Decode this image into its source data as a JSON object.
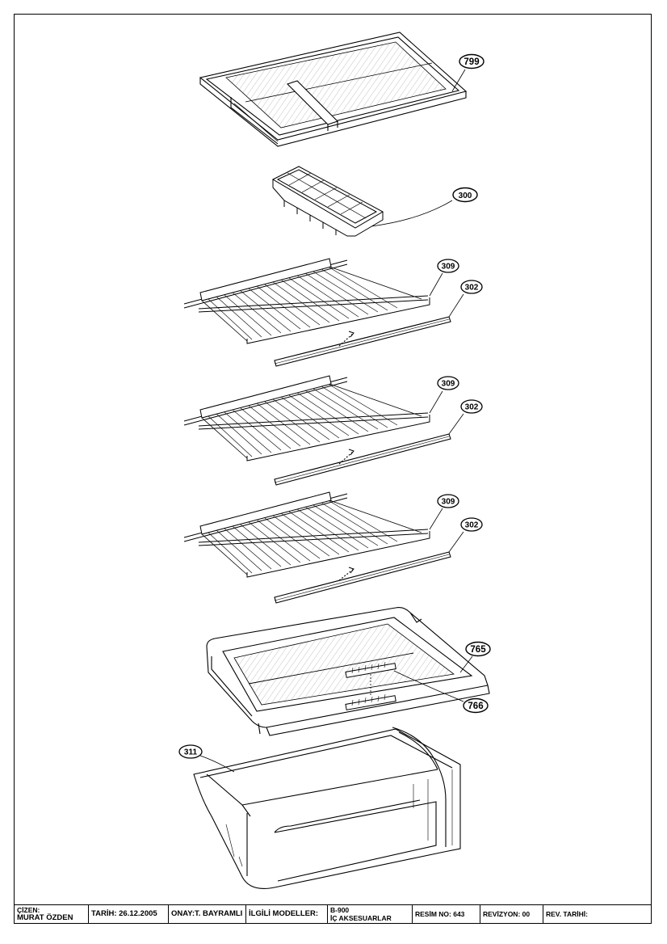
{
  "callouts": {
    "c799": "799",
    "c300": "300",
    "c309a": "309",
    "c302a": "302",
    "c309b": "309",
    "c302b": "302",
    "c309c": "309",
    "c302c": "302",
    "c765": "765",
    "c766": "766",
    "c311": "311"
  },
  "title_block": {
    "drawn_label": "ÇİZEN:",
    "drawn_by": "MURAT ÖZDEN",
    "date": "TARİH: 26.12.2005",
    "approval": "ONAY:T. BAYRAMLI",
    "models_label": "İLGİLİ MODELLER:",
    "model": "B-900",
    "description": "İÇ AKSESUARLAR",
    "drawing_no": "RESİM NO: 643",
    "revision": "REVİZYON: 00",
    "rev_date": "REV. TARİHİ:"
  }
}
